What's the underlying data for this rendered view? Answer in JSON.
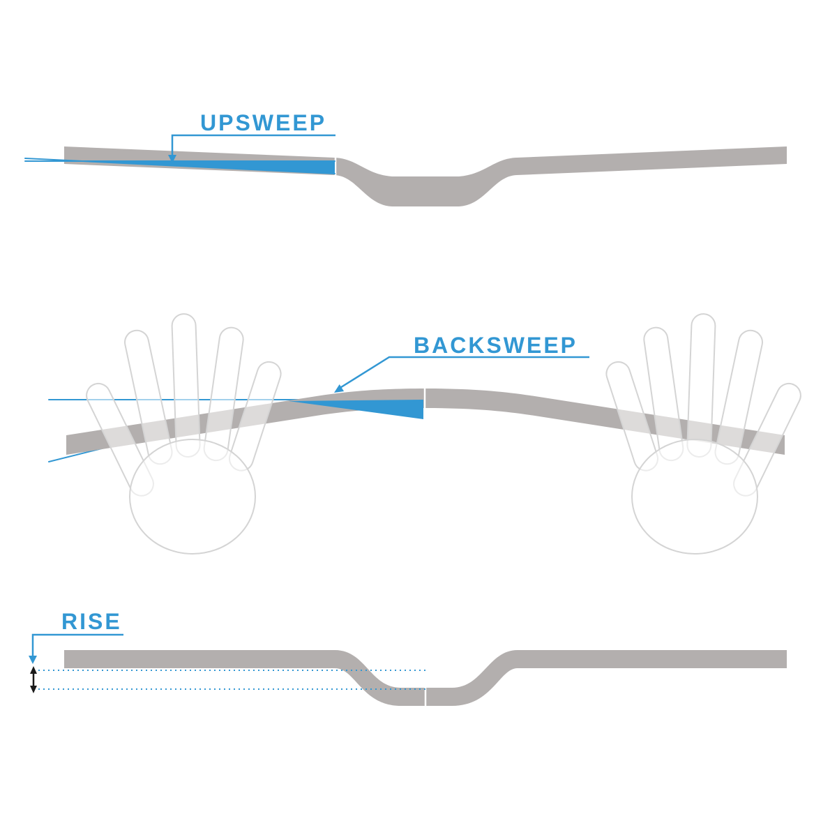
{
  "diagram": {
    "labels": {
      "upsweep": "UPSWEEP",
      "backsweep": "BACKSWEEP",
      "rise": "RISE"
    },
    "colors": {
      "accent_blue": "#3297d3",
      "bar_gray": "#b3afae",
      "hand_outline": "#d4d4d4",
      "rise_arrow_black": "#1a1a1a",
      "background": "#ffffff"
    }
  }
}
